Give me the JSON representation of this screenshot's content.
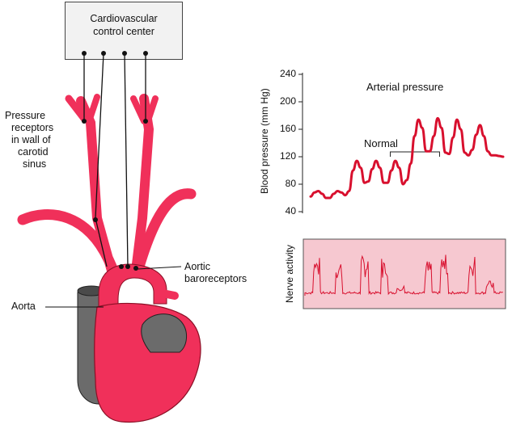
{
  "control_center": {
    "line1": "Cardiovascular",
    "line2": "control center"
  },
  "labels": {
    "pressure_receptors": [
      "Pressure",
      "receptors",
      "in wall of",
      "carotid",
      "sinus"
    ],
    "aortic_baroreceptors": [
      "Aortic",
      "baroreceptors"
    ],
    "aorta": "Aorta"
  },
  "colors": {
    "vessel": "#f0305a",
    "vessel_dark": "#c01838",
    "heart_gray": "#6b6b6b",
    "trace": "#d8102e",
    "nerve_bg": "#f6c8d0",
    "nerve_trace": "#d8102e",
    "box_bg": "#f2f2f2"
  },
  "chart_data": [
    {
      "type": "line",
      "title": "Arterial pressure",
      "ylabel": "Blood pressure (mm Hg)",
      "xlabel": "",
      "ylim": [
        40,
        240
      ],
      "yticks": [
        40,
        80,
        120,
        160,
        200,
        240
      ],
      "annotation": {
        "text": "Normal",
        "x_range": [
          0.33,
          0.67
        ]
      },
      "series": [
        {
          "x": [
            0,
            0.02,
            0.04,
            0.06,
            0.08,
            0.1,
            0.12,
            0.14,
            0.16,
            0.18,
            0.2,
            0.22,
            0.24,
            0.26,
            0.28,
            0.3,
            0.32,
            0.34,
            0.36,
            0.38,
            0.4,
            0.42,
            0.44,
            0.46,
            0.48,
            0.5,
            0.52,
            0.54,
            0.56,
            0.58,
            0.6,
            0.62,
            0.64,
            0.66,
            0.68,
            0.7,
            0.72,
            0.74,
            0.76,
            0.78,
            0.8,
            0.82,
            0.84,
            0.86,
            0.88,
            0.9,
            0.92,
            0.94,
            0.96,
            0.98,
            1.0
          ],
          "y": [
            62,
            68,
            70,
            66,
            60,
            60,
            66,
            70,
            68,
            64,
            70,
            100,
            114,
            104,
            82,
            84,
            102,
            114,
            104,
            82,
            82,
            100,
            114,
            104,
            80,
            86,
            110,
            150,
            174,
            162,
            128,
            128,
            150,
            176,
            162,
            126,
            124,
            148,
            174,
            160,
            126,
            122,
            130,
            152,
            166,
            150,
            128,
            122,
            122,
            121,
            120
          ]
        }
      ]
    },
    {
      "type": "line",
      "ylabel": "Nerve activity",
      "bursts": [
        0.06,
        0.17,
        0.3,
        0.4,
        0.48,
        0.62,
        0.7,
        0.84,
        0.93
      ],
      "burst_heights": [
        0.78,
        0.72,
        0.8,
        0.78,
        0.22,
        0.72,
        0.82,
        0.82,
        0.3
      ]
    }
  ]
}
